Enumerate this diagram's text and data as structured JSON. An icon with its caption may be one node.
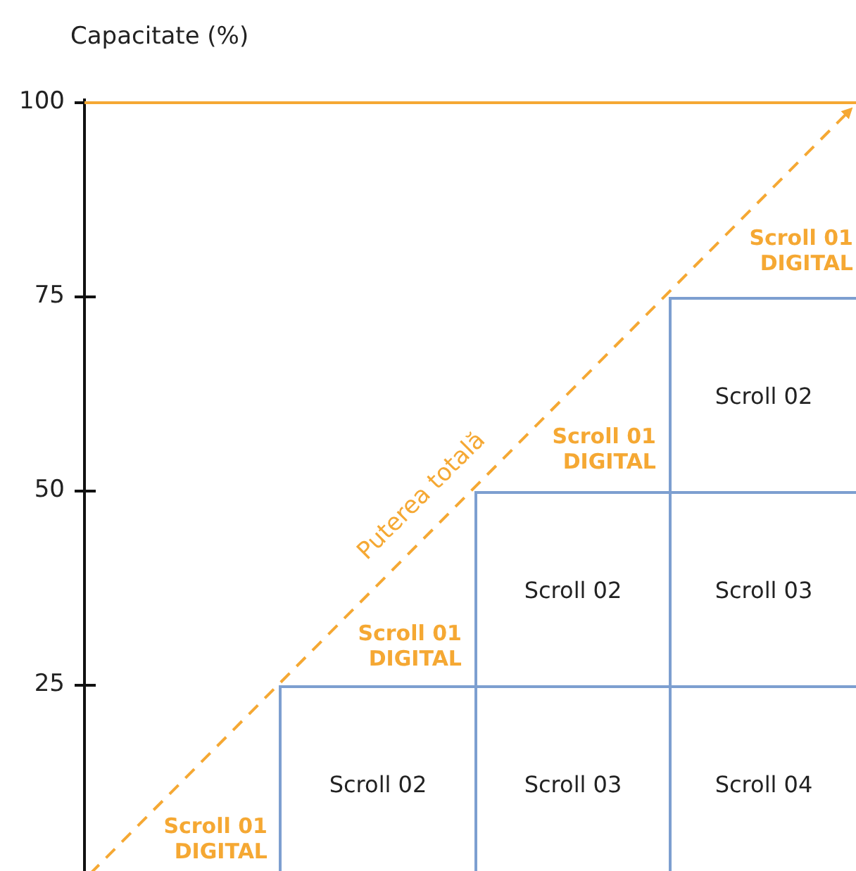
{
  "diagram": {
    "nodes": [
      {
        "text": [
          "Scroll 02"
        ]
      },
      {
        "text": [
          "Scroll 02"
        ]
      },
      {
        "text": [
          "Scroll 03"
        ]
      },
      {
        "text": [
          "Scroll 02"
        ]
      },
      {
        "text": [
          "Scroll 03"
        ]
      },
      {
        "text": [
          "Scroll 04"
        ]
      }
    ],
    "labels": [
      "Capacitate (%)",
      "100",
      "Scroll 01 DIGITAL",
      "75",
      "Scroll 01 DIGITAL",
      "Puterea totală",
      "50",
      "Scroll 01 DIGITAL",
      "25",
      "Scroll 01 DIGITAL"
    ]
  }
}
